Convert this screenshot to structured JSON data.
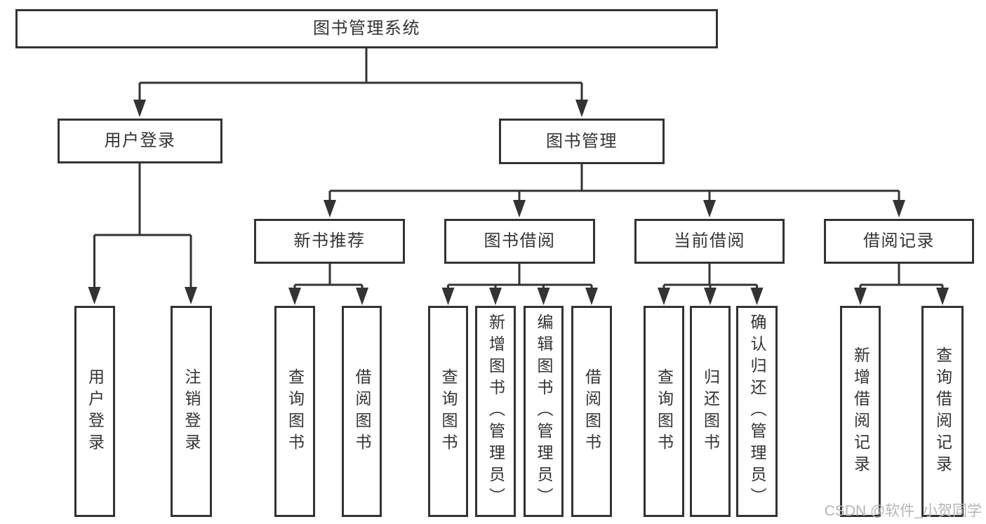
{
  "diagram": {
    "root": {
      "label": "图书管理系统"
    },
    "level2": [
      {
        "label": "用户登录"
      },
      {
        "label": "图书管理"
      }
    ],
    "level3": [
      {
        "label": "新书推荐"
      },
      {
        "label": "图书借阅"
      },
      {
        "label": "当前借阅"
      },
      {
        "label": "借阅记录"
      }
    ],
    "leaves": {
      "user_login": [
        "用户登录",
        "注销登录"
      ],
      "new_books": [
        "查询图书",
        "借阅图书"
      ],
      "book_borrow": [
        "查询图书",
        "新增图书（管理员）",
        "编辑图书（管理员）",
        "借阅图书"
      ],
      "current_borrow": [
        "查询图书",
        "归还图书",
        "确认归还（管理员）"
      ],
      "borrow_records": [
        "新增借阅记录",
        "查询借阅记录"
      ]
    }
  },
  "watermark": {
    "text": "CSDN @软件_小贺同学"
  },
  "colors": {
    "line": "#333333",
    "text": "#333333",
    "watermark": "#b5b5b5",
    "background": "#ffffff"
  }
}
